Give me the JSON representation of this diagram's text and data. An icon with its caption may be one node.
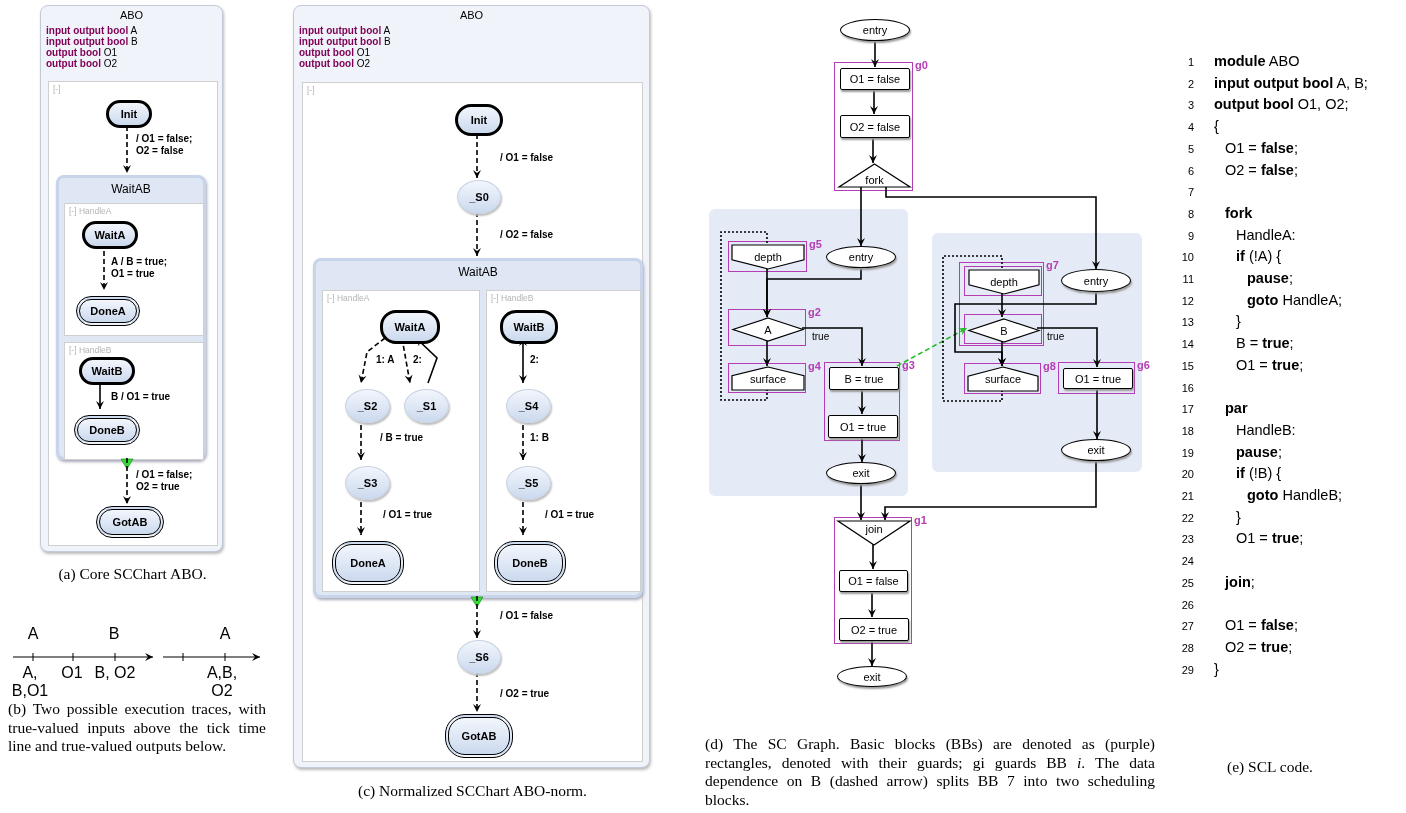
{
  "diagram": {
    "nodes": [
      {
        "text": [
          "ABO",
          "**input output bool** A",
          "**input output bool** B",
          "**output bool** O1",
          "**output bool** O2"
        ]
      },
      {
        "text": [
          "[-]"
        ],
        "in": 0
      },
      {
        "text": [
          "Init"
        ],
        "in": 1
      },
      {
        "text": [
          "WaitAB"
        ],
        "in": 1
      },
      {
        "text": [
          "[-] HandleA"
        ],
        "in": 3
      },
      {
        "text": [
          "WaitA"
        ],
        "in": 4
      },
      {
        "text": [
          "DoneA"
        ],
        "in": 4
      },
      {
        "text": [
          "[-] HandleB"
        ],
        "in": 3
      },
      {
        "text": [
          "WaitB"
        ],
        "in": 7
      },
      {
        "text": [
          "DoneB"
        ],
        "in": 7
      },
      {
        "text": [
          "GotAB"
        ],
        "in": 1
      },
      {
        "text": [
          "ABO",
          "**input output bool** A",
          "**input output bool** B",
          "**output bool** O1",
          "**output bool** O2"
        ]
      },
      {
        "text": [
          "[-]"
        ],
        "in": 11
      },
      {
        "text": [
          "Init"
        ],
        "in": 12
      },
      {
        "text": [
          "_S0"
        ],
        "in": 12
      },
      {
        "text": [
          "WaitAB"
        ],
        "in": 12
      },
      {
        "text": [
          "[-] HandleA"
        ],
        "in": 15
      },
      {
        "text": [
          "WaitA"
        ],
        "in": 16
      },
      {
        "text": [
          "_S2"
        ],
        "in": 16
      },
      {
        "text": [
          "_S1"
        ],
        "in": 16
      },
      {
        "text": [
          "_S3"
        ],
        "in": 16
      },
      {
        "text": [
          "DoneA"
        ],
        "in": 16
      },
      {
        "text": [
          "[-] HandleB"
        ],
        "in": 15
      },
      {
        "text": [
          "WaitB"
        ],
        "in": 22
      },
      {
        "text": [
          "_S4"
        ],
        "in": 22
      },
      {
        "text": [
          "_S5"
        ],
        "in": 22
      },
      {
        "text": [
          "DoneB"
        ],
        "in": 22
      },
      {
        "text": [
          "_S6"
        ],
        "in": 12
      },
      {
        "text": [
          "GotAB"
        ],
        "in": 12
      },
      {
        "text": [
          "entry"
        ]
      },
      {
        "text": [
          "g0"
        ]
      },
      {
        "text": [
          "O1 = false"
        ],
        "in": 30
      },
      {
        "text": [
          "O2 = false"
        ],
        "in": 30
      },
      {
        "text": [
          "fork"
        ],
        "in": 30
      },
      {
        "text": [],
        "shape": "box"
      },
      {
        "text": [
          "g5"
        ],
        "in": 34
      },
      {
        "text": [
          "depth"
        ],
        "in": 35
      },
      {
        "text": [
          "entry"
        ],
        "in": 34
      },
      {
        "text": [
          "g2"
        ],
        "in": 34
      },
      {
        "text": [
          "A"
        ],
        "in": 38
      },
      {
        "text": [
          "g4"
        ],
        "in": 34
      },
      {
        "text": [
          "surface"
        ],
        "in": 40
      },
      {
        "text": [
          "g3"
        ],
        "in": 34
      },
      {
        "text": [
          "B = true"
        ],
        "in": 42
      },
      {
        "text": [
          "O1 = true"
        ],
        "in": 42
      },
      {
        "text": [
          "exit"
        ],
        "in": 34
      },
      {
        "text": [],
        "shape": "box"
      },
      {
        "text": [
          "g7"
        ],
        "in": 46
      },
      {
        "text": [],
        "shape": "box",
        "in": 47
      },
      {
        "text": [
          "depth"
        ],
        "in": 48
      },
      {
        "text": [],
        "shape": "box",
        "in": 47
      },
      {
        "text": [
          "B"
        ],
        "in": 50
      },
      {
        "text": [
          "entry"
        ],
        "in": 46
      },
      {
        "text": [
          "g8"
        ],
        "in": 46
      },
      {
        "text": [
          "surface"
        ],
        "in": 53
      },
      {
        "text": [
          "g6"
        ],
        "in": 46
      },
      {
        "text": [
          "O1 = true"
        ],
        "in": 55
      },
      {
        "text": [
          "exit"
        ],
        "in": 46
      },
      {
        "text": [
          "g1"
        ]
      },
      {
        "text": [
          "join"
        ],
        "in": 58
      },
      {
        "text": [
          "O1 = false"
        ],
        "in": 58
      },
      {
        "text": [
          "O2 = true"
        ],
        "in": 58
      },
      {
        "text": [
          "exit"
        ]
      }
    ],
    "edges": [
      {
        "from": 2,
        "to": 3,
        "arrow": "to",
        "style": "dashed",
        "label": "/ O1 = false; O2 = false"
      },
      {
        "from": 5,
        "to": 6,
        "arrow": "to",
        "style": "dashed",
        "label": "A / B = true; O1 = true"
      },
      {
        "from": 8,
        "to": 9,
        "arrow": "to",
        "label": "B / O1 = true"
      },
      {
        "from": 3,
        "to": 10,
        "arrow": "to",
        "style": "dashed",
        "label": "/ O1 = false; O2 = true"
      },
      {
        "from": 13,
        "to": 14,
        "arrow": "to",
        "style": "dashed",
        "label": "/ O1 = false"
      },
      {
        "from": 14,
        "to": 15,
        "arrow": "to",
        "style": "dashed",
        "label": "/ O2 = false"
      },
      {
        "from": 17,
        "to": 18,
        "arrow": "to",
        "style": "dashed",
        "label": "1: A"
      },
      {
        "from": 17,
        "to": 19,
        "arrow": "to",
        "style": "dashed",
        "label": "2:"
      },
      {
        "from": 19,
        "to": 17,
        "arrow": "to"
      },
      {
        "from": 23,
        "to": 24,
        "arrow": "both",
        "label": "2:"
      },
      {
        "from": 18,
        "to": 20,
        "arrow": "to",
        "style": "dashed",
        "label": "/ B = true"
      },
      {
        "from": 20,
        "to": 21,
        "arrow": "to",
        "style": "dashed",
        "label": "/ O1 = true"
      },
      {
        "from": 24,
        "to": 25,
        "arrow": "to",
        "style": "dashed",
        "label": "1: B"
      },
      {
        "from": 25,
        "to": 26,
        "arrow": "to",
        "style": "dashed",
        "label": "/ O1 = true"
      },
      {
        "from": 15,
        "to": 27,
        "arrow": "to",
        "style": "dashed",
        "label": "/ O1 = false"
      },
      {
        "from": 27,
        "to": 28,
        "arrow": "to",
        "style": "dashed",
        "label": "/ O2 = true"
      },
      {
        "from": 29,
        "to": 31,
        "arrow": "to"
      },
      {
        "from": 31,
        "to": 32,
        "arrow": "to"
      },
      {
        "from": 32,
        "to": 33,
        "arrow": "to"
      },
      {
        "from": 33,
        "to": 37,
        "arrow": "to"
      },
      {
        "from": 33,
        "to": 52,
        "arrow": "to"
      },
      {
        "from": 37,
        "to": 39,
        "arrow": "to"
      },
      {
        "from": 36,
        "to": 39,
        "arrow": "to"
      },
      {
        "from": 39,
        "to": 41,
        "arrow": "to"
      },
      {
        "from": 39,
        "to": 43,
        "arrow": "to",
        "label": "true"
      },
      {
        "from": 43,
        "to": 44,
        "arrow": "to"
      },
      {
        "from": 44,
        "to": 45,
        "arrow": "to"
      },
      {
        "from": 41,
        "to": 36,
        "arrow": "none",
        "style": "dashed"
      },
      {
        "from": 43,
        "to": 51,
        "arrow": "to",
        "style": "dashed",
        "color": "#22bb22"
      },
      {
        "from": 52,
        "to": 54,
        "arrow": "to"
      },
      {
        "from": 49,
        "to": 51,
        "arrow": "to"
      },
      {
        "from": 51,
        "to": 54,
        "arrow": "to"
      },
      {
        "from": 51,
        "to": 56,
        "arrow": "to",
        "label": "true"
      },
      {
        "from": 56,
        "to": 57,
        "arrow": "to"
      },
      {
        "from": 54,
        "to": 49,
        "arrow": "none",
        "style": "dashed"
      },
      {
        "from": 45,
        "to": 59,
        "arrow": "to"
      },
      {
        "from": 57,
        "to": 59,
        "arrow": "to"
      },
      {
        "from": 59,
        "to": 60,
        "arrow": "to"
      },
      {
        "from": 60,
        "to": 61,
        "arrow": "to"
      },
      {
        "from": 61,
        "to": 62,
        "arrow": "to"
      }
    ],
    "labels": [
      "(a) Core SCChart ABO.",
      "A",
      "B",
      "A",
      "A, B,O1",
      "O1",
      "B, O2",
      "A,B, O2",
      "(b) Two possible execution traces, with true-valued inputs above the tick time line and true-valued outputs below.",
      "(c) Normalized SCChart ABO-norm.",
      "(d) The SC Graph. Basic blocks (BBs) are denoted as (purple) rectangles, denoted with their guards; gi guards BB *i*. The data dependence on B (dashed arrow) splits BB 7 into two scheduling blocks.",
      "1 **module** ABO",
      "2 **input output bool** A, B;",
      "3 **output bool** O1, O2;",
      "4 {",
      "5 O1 = **false**;",
      "6 O2 = **false**;",
      "7",
      "8 **fork**",
      "9 HandleA:",
      "10 **if** (!A) {",
      "11 **pause**;",
      "12 **goto** HandleA;",
      "13 }",
      "14 B = **true**;",
      "15 O1 = **true**;",
      "16",
      "17 **par**",
      "18 HandleB:",
      "19 **pause**;",
      "20 **if** (!B) {",
      "21 **goto** HandleB;",
      "22 }",
      "23 O1 = **true**;",
      "24",
      "25 **join**;",
      "26",
      "27 O1 = **false**;",
      "28 O2 = **true**;",
      "29 }",
      "(e) SCL code."
    ]
  }
}
